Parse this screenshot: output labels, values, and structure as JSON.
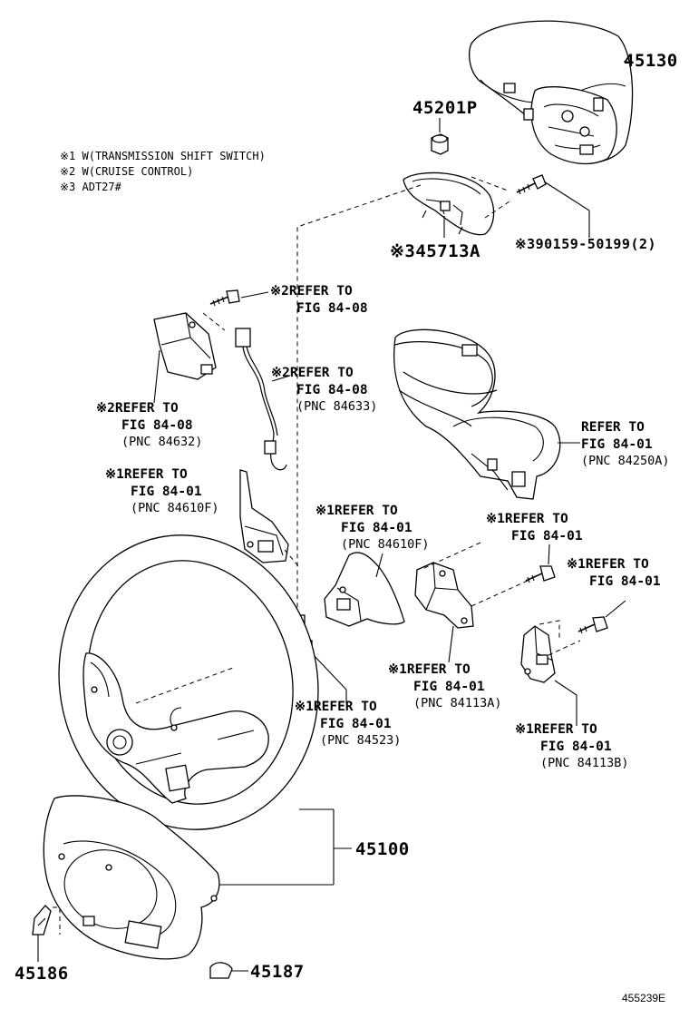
{
  "notes": [
    "※1 W(TRANSMISSION SHIFT SWITCH)",
    "※2 W(CRUISE CONTROL)",
    "※3 ADT27#"
  ],
  "parts": {
    "p45130": "45130",
    "p45201P": "45201P",
    "p45713A": "※345713A",
    "p90159": "※390159-50199(2)",
    "p45100": "45100",
    "p45186": "45186",
    "p45187": "45187"
  },
  "refs": {
    "r1": {
      "line1": "※2REFER TO",
      "line2": "FIG 84-08",
      "line3": ""
    },
    "r2": {
      "line1": "※2REFER TO",
      "line2": "FIG 84-08",
      "line3": "(PNC 84633)"
    },
    "r3": {
      "line1": "※2REFER TO",
      "line2": "FIG 84-08",
      "line3": "(PNC 84632)"
    },
    "r4": {
      "line1": "REFER TO",
      "line2": "FIG 84-01",
      "line3": "(PNC 84250A)"
    },
    "r5": {
      "line1": "※1REFER TO",
      "line2": "FIG 84-01",
      "line3": "(PNC 84610F)"
    },
    "r6": {
      "line1": "※1REFER TO",
      "line2": "FIG 84-01",
      "line3": "(PNC 84610F)"
    },
    "r7": {
      "line1": "※1REFER TO",
      "line2": "FIG 84-01",
      "line3": ""
    },
    "r8": {
      "line1": "※1REFER TO",
      "line2": "FIG 84-01",
      "line3": ""
    },
    "r9": {
      "line1": "※1REFER TO",
      "line2": "FIG 84-01",
      "line3": "(PNC 84113A)"
    },
    "r10": {
      "line1": "※1REFER TO",
      "line2": "FIG 84-01",
      "line3": "(PNC 84523)"
    },
    "r11": {
      "line1": "※1REFER TO",
      "line2": "FIG 84-01",
      "line3": "(PNC 84113B)"
    }
  },
  "figure_id": "455239E"
}
